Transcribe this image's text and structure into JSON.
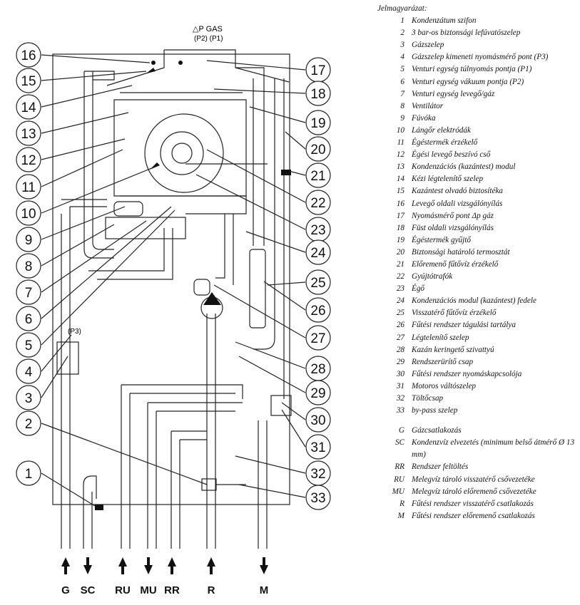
{
  "header": {
    "dp_gas": "△P  GAS",
    "p2p1": "(P2) (P1)",
    "p3": "(P3)"
  },
  "callouts": [
    "16",
    "15",
    "14",
    "13",
    "12",
    "11",
    "10",
    "9",
    "8",
    "7",
    "6",
    "5",
    "4",
    "3",
    "2",
    "1",
    "17",
    "18",
    "19",
    "20",
    "21",
    "22",
    "23",
    "24",
    "25",
    "26",
    "27",
    "28",
    "29",
    "30",
    "31",
    "32",
    "33"
  ],
  "bottom_labels": [
    "G",
    "SC",
    "RU",
    "MU",
    "RR",
    "R",
    "M"
  ],
  "legend": {
    "title": "Jelmagyarázat:",
    "items": [
      {
        "k": "1",
        "v": "Kondenzátum szifon"
      },
      {
        "k": "2",
        "v": "3 bar-os biztonsági lefúvatószelep"
      },
      {
        "k": "3",
        "v": "Gázszelep"
      },
      {
        "k": "4",
        "v": "Gázszelep kimeneti nyomásmérő pont (P3)"
      },
      {
        "k": "5",
        "v": "Venturi egység túlnyomás pontja (P1)"
      },
      {
        "k": "6",
        "v": "Venturi egység vákuum pontja (P2)"
      },
      {
        "k": "7",
        "v": "Venturi egység levegő/gáz"
      },
      {
        "k": "8",
        "v": "Ventilátor"
      },
      {
        "k": "9",
        "v": "Fúvóka"
      },
      {
        "k": "10",
        "v": " Lángőr elektródák"
      },
      {
        "k": "11",
        "v": "Égéstermék érzékelő"
      },
      {
        "k": "12",
        "v": "Égési levegő beszívó cső"
      },
      {
        "k": "13",
        "v": "Kondenzációs (kazántest) modul"
      },
      {
        "k": "14",
        "v": "Kézi légtelenítő szelep"
      },
      {
        "k": "15",
        "v": "Kazántest olvadó biztosítéka"
      },
      {
        "k": "16",
        "v": "Levegő oldali vizsgálónyílás"
      },
      {
        "k": "17",
        "v": "Nyomásmérő pont Δp gáz"
      },
      {
        "k": "18",
        "v": "Füst oldali vizsgálónyílás"
      },
      {
        "k": "19",
        "v": "Égéstermék gyűjtő"
      },
      {
        "k": "20",
        "v": "Biztonsági határoló termosztát"
      },
      {
        "k": "21",
        "v": "Előremenő fűtővíz érzékelő"
      },
      {
        "k": "22",
        "v": "Gyújtótrafók"
      },
      {
        "k": "23",
        "v": "Égő"
      },
      {
        "k": "24",
        "v": "Kondenzációs modul (kazántest) fedele"
      },
      {
        "k": "25",
        "v": "Visszatérő fűtővíz érzékelő"
      },
      {
        "k": "26",
        "v": "Fűtési rendszer tágulási tartálya"
      },
      {
        "k": "27",
        "v": "Légtelenítő szelep"
      },
      {
        "k": "28",
        "v": "Kazán keringető szivattyú"
      },
      {
        "k": "29",
        "v": "Rendszerürítő csap"
      },
      {
        "k": "30",
        "v": "Fűtési rendszer nyomáskapcsolója"
      },
      {
        "k": "31",
        "v": "Motoros váltószelep"
      },
      {
        "k": "32",
        "v": "Töltőcsap"
      },
      {
        "k": "33",
        "v": "by-pass szelep"
      }
    ],
    "abbrev": [
      {
        "k": "G",
        "v": "Gázcsatlakozás"
      },
      {
        "k": "SC",
        "v": "Kondenzvíz elvezetés (minimum belső átmérő Ø 13 mm)"
      },
      {
        "k": "RR",
        "v": "Rendszer feltöltés"
      },
      {
        "k": "RU",
        "v": "Melegvíz tároló visszatérő csővezetéke"
      },
      {
        "k": "MU",
        "v": "Melegvíz tároló előremenő csővezetéke"
      },
      {
        "k": "R",
        "v": "Fűtési rendszer visszatérő csatlakozás"
      },
      {
        "k": "M",
        "v": "Fűtési rendszer előremenő csatlakozás"
      }
    ]
  }
}
